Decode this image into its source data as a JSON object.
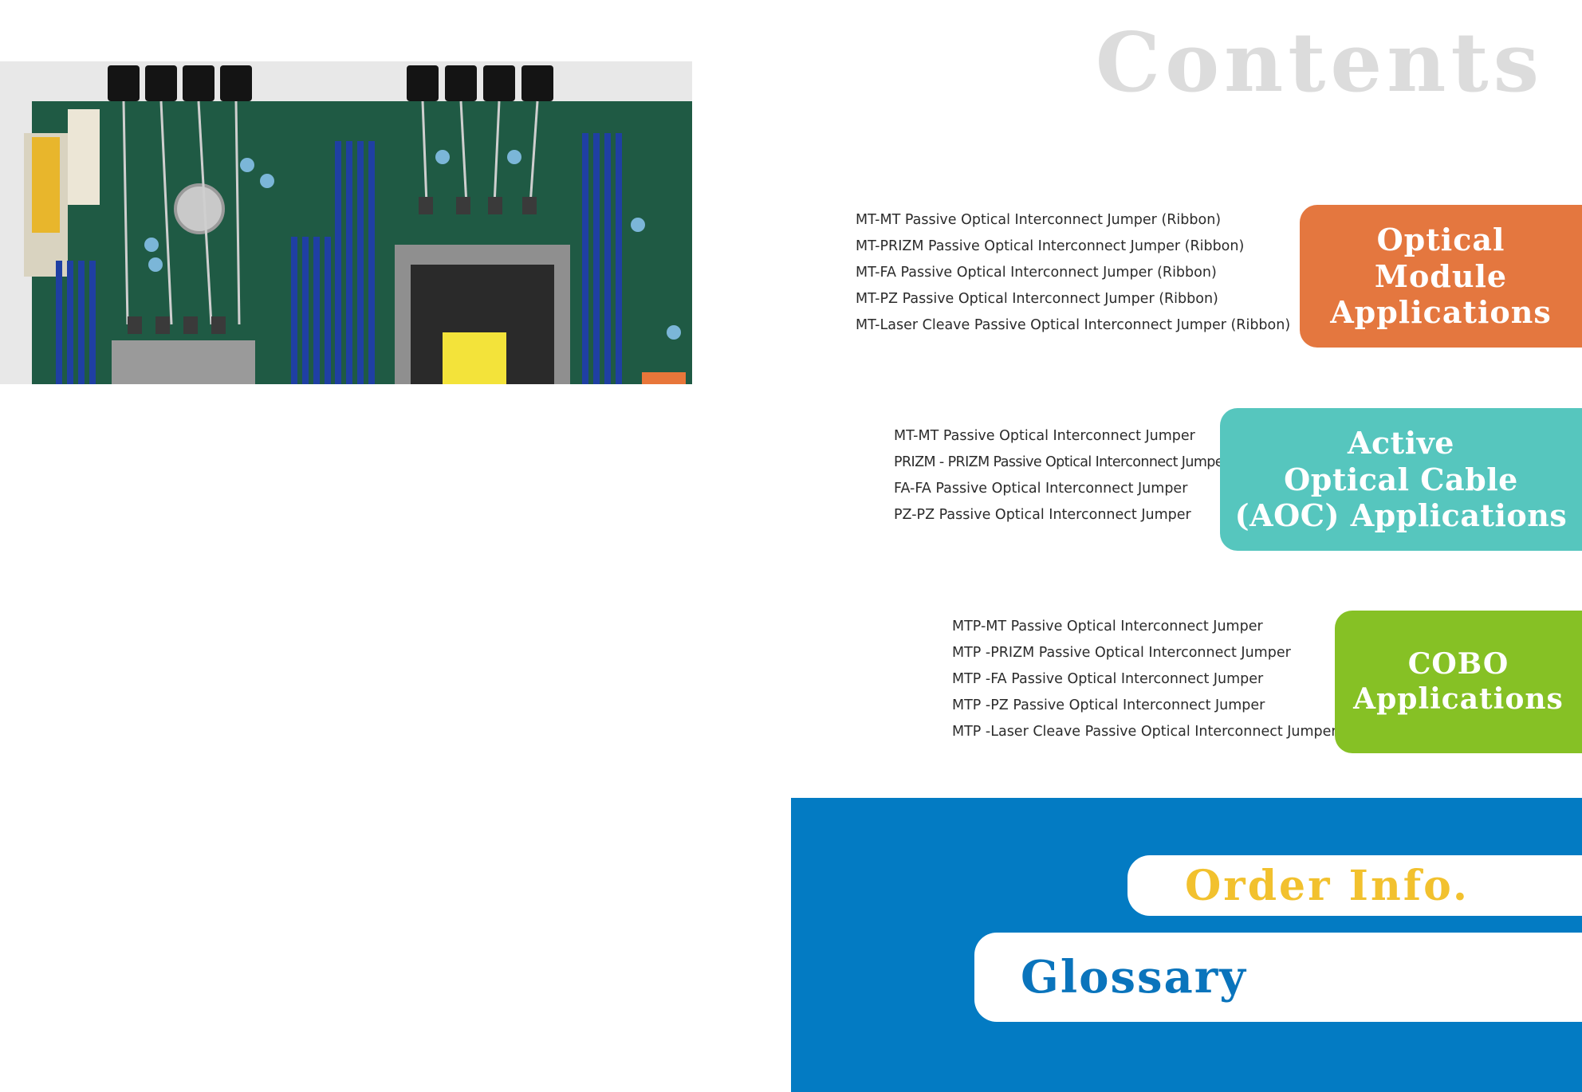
{
  "header": {
    "title": "Contents"
  },
  "photo": {
    "icon": "motherboard-photo"
  },
  "sections": {
    "optical_module": {
      "label_lines": [
        "Optical",
        "Module",
        "Applications"
      ],
      "color": "#e4773f",
      "items": [
        "MT-MT Passive Optical Interconnect Jumper (Ribbon)",
        "MT-PRIZM Passive Optical Interconnect Jumper (Ribbon)",
        "MT-FA Passive Optical Interconnect Jumper (Ribbon)",
        "MT-PZ Passive Optical Interconnect Jumper (Ribbon)",
        "MT-Laser Cleave Passive Optical Interconnect Jumper (Ribbon)"
      ]
    },
    "aoc": {
      "label_lines": [
        "Active",
        "Optical Cable",
        "(AOC) Applications"
      ],
      "color": "#56c6be",
      "items": [
        "MT-MT Passive Optical Interconnect Jumper",
        "PRIZM - PRIZM Passive Optical Interconnect Jumper",
        "FA-FA Passive Optical Interconnect Jumper",
        "PZ-PZ Passive Optical Interconnect Jumper"
      ]
    },
    "cobo": {
      "label_lines": [
        "COBO",
        "Applications"
      ],
      "color": "#86c125",
      "items": [
        "MTP-MT Passive Optical Interconnect Jumper",
        "MTP -PRIZM Passive Optical Interconnect Jumper",
        "MTP -FA Passive Optical Interconnect Jumper",
        "MTP -PZ Passive Optical Interconnect Jumper",
        "MTP -Laser Cleave Passive Optical Interconnect Jumper"
      ]
    }
  },
  "footer": {
    "order_info": "Order Info.",
    "glossary": "Glossary",
    "panel_color": "#037bc3",
    "order_color": "#f2c12e",
    "glossary_color": "#0a74bc"
  }
}
